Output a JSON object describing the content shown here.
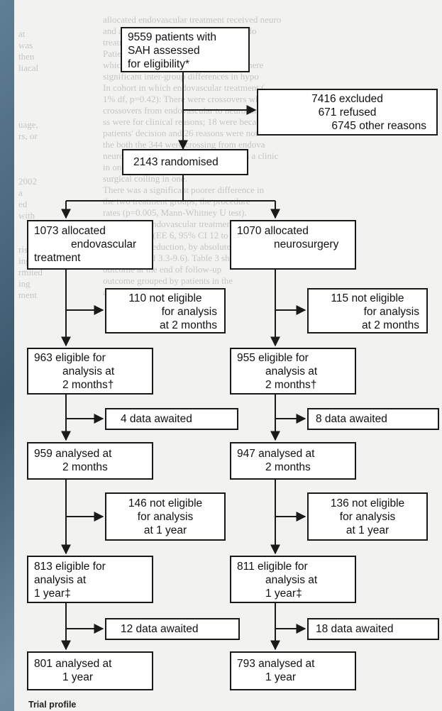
{
  "figure": {
    "caption": "Trial profile",
    "boxes": {
      "assessed": [
        "9559 patients with",
        "SAH assessed",
        "for eligibility*"
      ],
      "excluded": [
        "7416 excluded",
        "671 refused",
        "6745 other reasons"
      ],
      "randomised": [
        "2143 randomised"
      ],
      "endo_allocated": [
        "1073 allocated",
        "endovascular",
        "treatment"
      ],
      "neuro_allocated": [
        "1070 allocated",
        "neurosurgery"
      ],
      "endo_not_eligible_2m": [
        "110 not eligible",
        "for analysis",
        "at 2 months"
      ],
      "neuro_not_eligible_2m": [
        "115 not eligible",
        "for analysis",
        "at 2 months"
      ],
      "endo_eligible_2m": [
        "963 eligible for",
        "analysis at",
        "2 months†"
      ],
      "neuro_eligible_2m": [
        "955 eligible for",
        "analysis at",
        "2 months†"
      ],
      "endo_awaited_2m": [
        "4 data awaited"
      ],
      "neuro_awaited_2m": [
        "8 data awaited"
      ],
      "endo_analysed_2m": [
        "959 analysed at",
        "2 months"
      ],
      "neuro_analysed_2m": [
        "947 analysed at",
        "2 months"
      ],
      "endo_not_eligible_1y": [
        "146 not eligible",
        "for analysis",
        "at 1 year"
      ],
      "neuro_not_eligible_1y": [
        "136 not eligible",
        "for analysis",
        "at 1 year"
      ],
      "endo_eligible_1y": [
        "813 eligible for",
        "analysis at",
        "1 year‡"
      ],
      "neuro_eligible_1y": [
        "811 eligible for",
        "analysis at",
        "1 year‡"
      ],
      "endo_awaited_1y": [
        "12 data awaited"
      ],
      "neuro_awaited_1y": [
        "18 data awaited"
      ],
      "endo_analysed_1y": [
        "801 analysed at",
        "1 year"
      ],
      "neuro_analysed_1y": [
        "793 analysed at",
        "1 year"
      ]
    }
  }
}
